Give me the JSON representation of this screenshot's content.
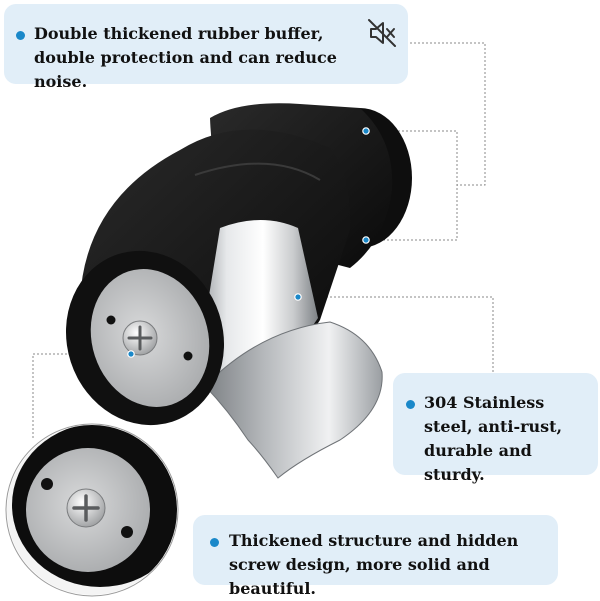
{
  "callouts": {
    "top": "Double thickened rubber buffer, double protection and can reduce noise.",
    "right": "304 Stainless steel, anti-rust, durable and sturdy.",
    "bottom": "Thickened structure and hidden screw design, more solid and beautiful."
  },
  "icons": {
    "top_callout": "mute-speaker-icon",
    "bullet": "bullet-dot"
  },
  "colors": {
    "callout_background": "#e1eef8",
    "bullet": "#1a88c9",
    "rubber": "#151515",
    "steel": "#c4c6c8",
    "guide_line": "#8a8a8a"
  }
}
